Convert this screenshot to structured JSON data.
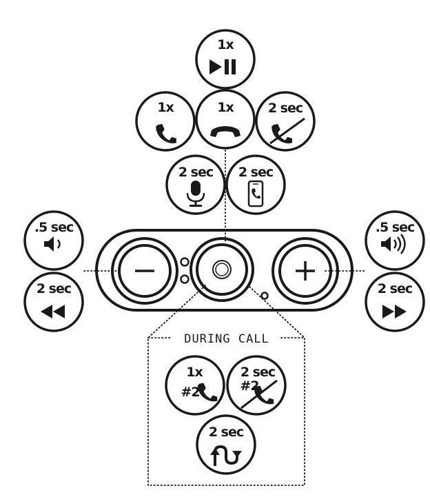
{
  "colors": {
    "ink": "#1a1a1a",
    "paper": "#ffffff"
  },
  "during_call": {
    "title": "DURING CALL"
  },
  "functions": {
    "play_pause": {
      "label": "1x",
      "icon": "play-pause-icon"
    },
    "answer_call": {
      "label": "1x",
      "icon": "phone-answer-icon"
    },
    "end_call": {
      "label": "1x",
      "icon": "phone-hangup-icon"
    },
    "reject_call": {
      "label": "2 sec",
      "icon": "phone-reject-icon"
    },
    "mute_mic": {
      "label": "2 sec",
      "icon": "microphone-icon"
    },
    "transfer_to_phone": {
      "label": "2 sec",
      "icon": "smartphone-icon"
    },
    "volume_down": {
      "label": ".5 sec",
      "icon": "volume-down-icon"
    },
    "previous_track": {
      "label": "2 sec",
      "icon": "rewind-icon"
    },
    "volume_up": {
      "label": ".5 sec",
      "icon": "volume-up-icon"
    },
    "next_track": {
      "label": "2 sec",
      "icon": "fast-forward-icon"
    },
    "answer_second": {
      "label": "1x",
      "sub": "#2",
      "icon": "phone-answer-icon"
    },
    "reject_second": {
      "label": "2 sec",
      "sub": "#2",
      "icon": "phone-reject-icon"
    },
    "swap_calls": {
      "label": "2 sec",
      "icon": "swap-arrows-icon"
    }
  }
}
